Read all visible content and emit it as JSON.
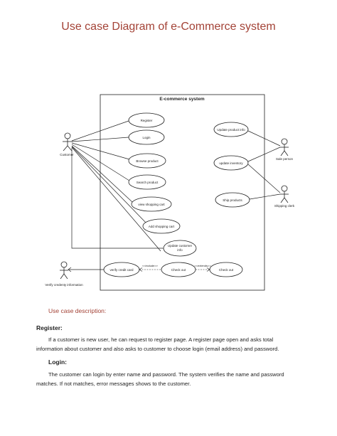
{
  "title": "Use case Diagram of e-Commerce system",
  "diagram": {
    "system_label": "E-commerce system",
    "actors": {
      "customer": "Customer",
      "sale_person": "Sale person",
      "shipping_clerk": "Shipping clerk",
      "verify_credentials": "Verify credenty information"
    },
    "use_cases": {
      "register": "Register",
      "login": "Login",
      "browse_product": "Browse product",
      "search_product": "Search product",
      "view_shopping_cart": "view shopping cart",
      "add_shopping_cart": "Add shopping cart",
      "update_customer_info_1": "Update customer",
      "update_customer_info_2": "info",
      "verify_credit_card": "verify credit card",
      "check_out": "Check out",
      "check_out_ext": "Check out",
      "update_product_info": "Update product info",
      "update_inventory": "update inventory",
      "ship_products": "Ship products"
    },
    "relations": {
      "include": "include",
      "extends": "extends"
    }
  },
  "description": {
    "heading": "Use case description:",
    "register_heading": "Register:",
    "register_line1": "If a customer is new user, he can request to register page. A register page open and asks total",
    "register_line2": "information about customer and also asks to customer to choose login (email address) and password.",
    "login_heading": "Login:",
    "login_line1": "The customer can login by enter name and password. The system verifies the name and password",
    "login_line2": "matches. If not matches, error messages shows to the customer."
  }
}
